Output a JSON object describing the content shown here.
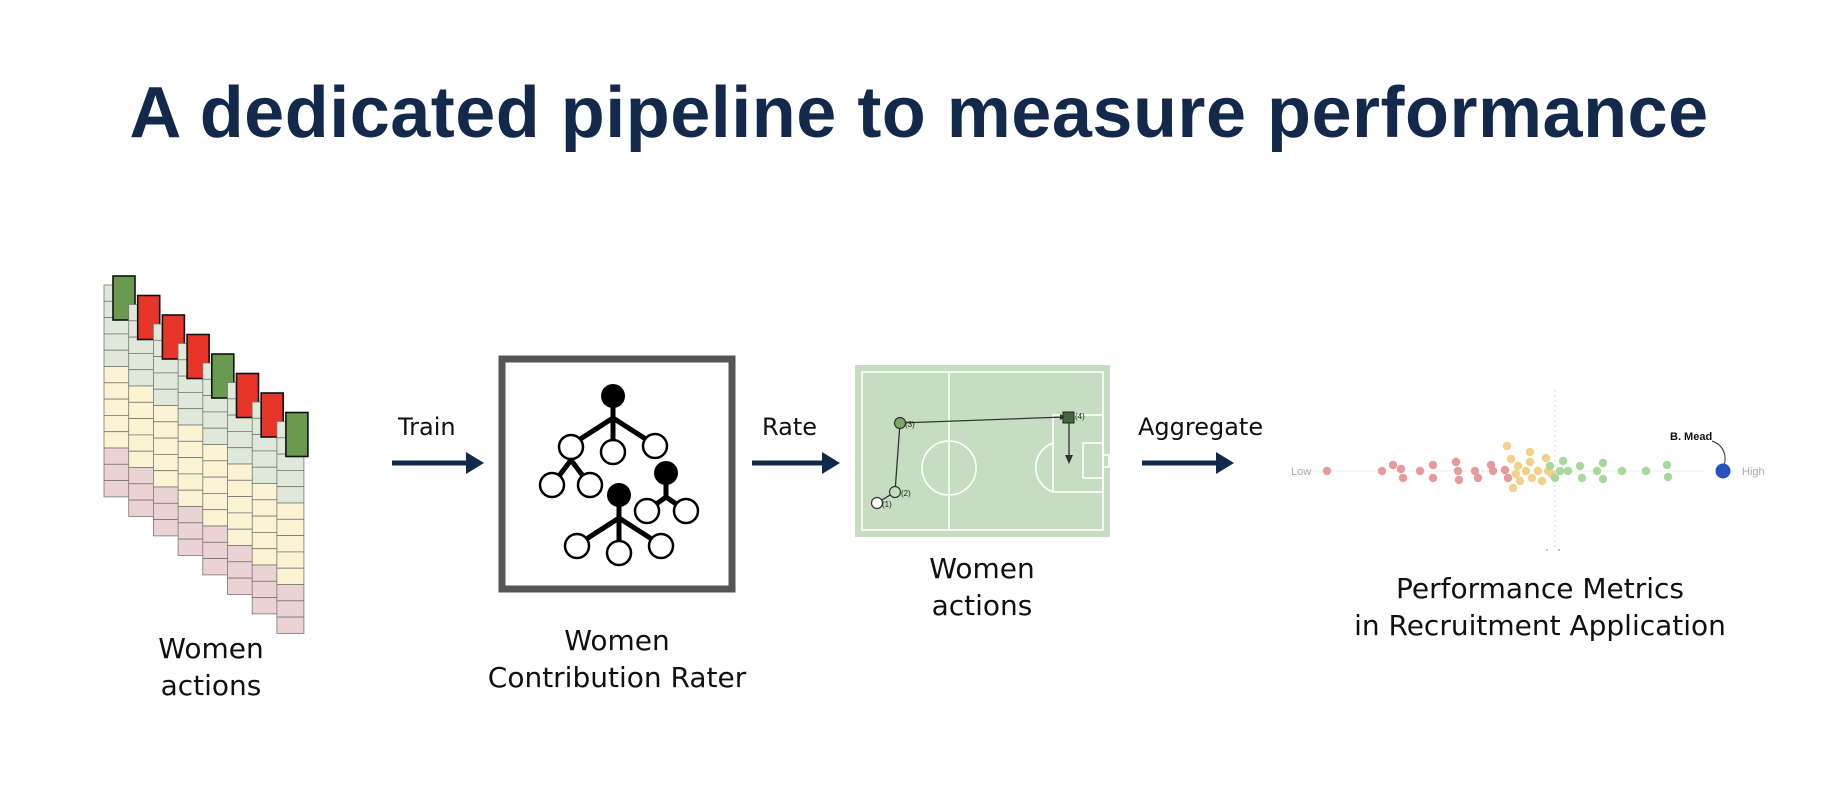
{
  "title": "A dedicated pipeline to measure performance",
  "stages": {
    "actions_table": {
      "line1": "Women",
      "line2": "actions"
    },
    "rater": {
      "line1": "Women",
      "line2": "Contribution Rater"
    },
    "pitch": {
      "line1": "Women",
      "line2": "actions",
      "markers": [
        "(1)",
        "(2)",
        "(3)",
        "(4)"
      ]
    },
    "metrics": {
      "line1": "Performance Metrics",
      "line2": "in Recruitment Application",
      "low_label": "Low",
      "high_label": "High",
      "highlight_player": "B. Mead"
    }
  },
  "arrows": {
    "train": "Train",
    "rate": "Rate",
    "aggregate": "Aggregate"
  },
  "colors": {
    "title": "#13294b",
    "arrow": "#13294b",
    "pitch_grass": "#c7ddc1",
    "card_green": "#6a9a4f",
    "card_red": "#e8352a",
    "row_green": "#dfe9da",
    "row_yellow": "#fbf3d2",
    "row_pink": "#ecd3d3",
    "dot_red": "#e89a9a",
    "dot_yellow": "#f2d28a",
    "dot_green": "#a6d99a",
    "dot_highlight": "#2a52be"
  }
}
